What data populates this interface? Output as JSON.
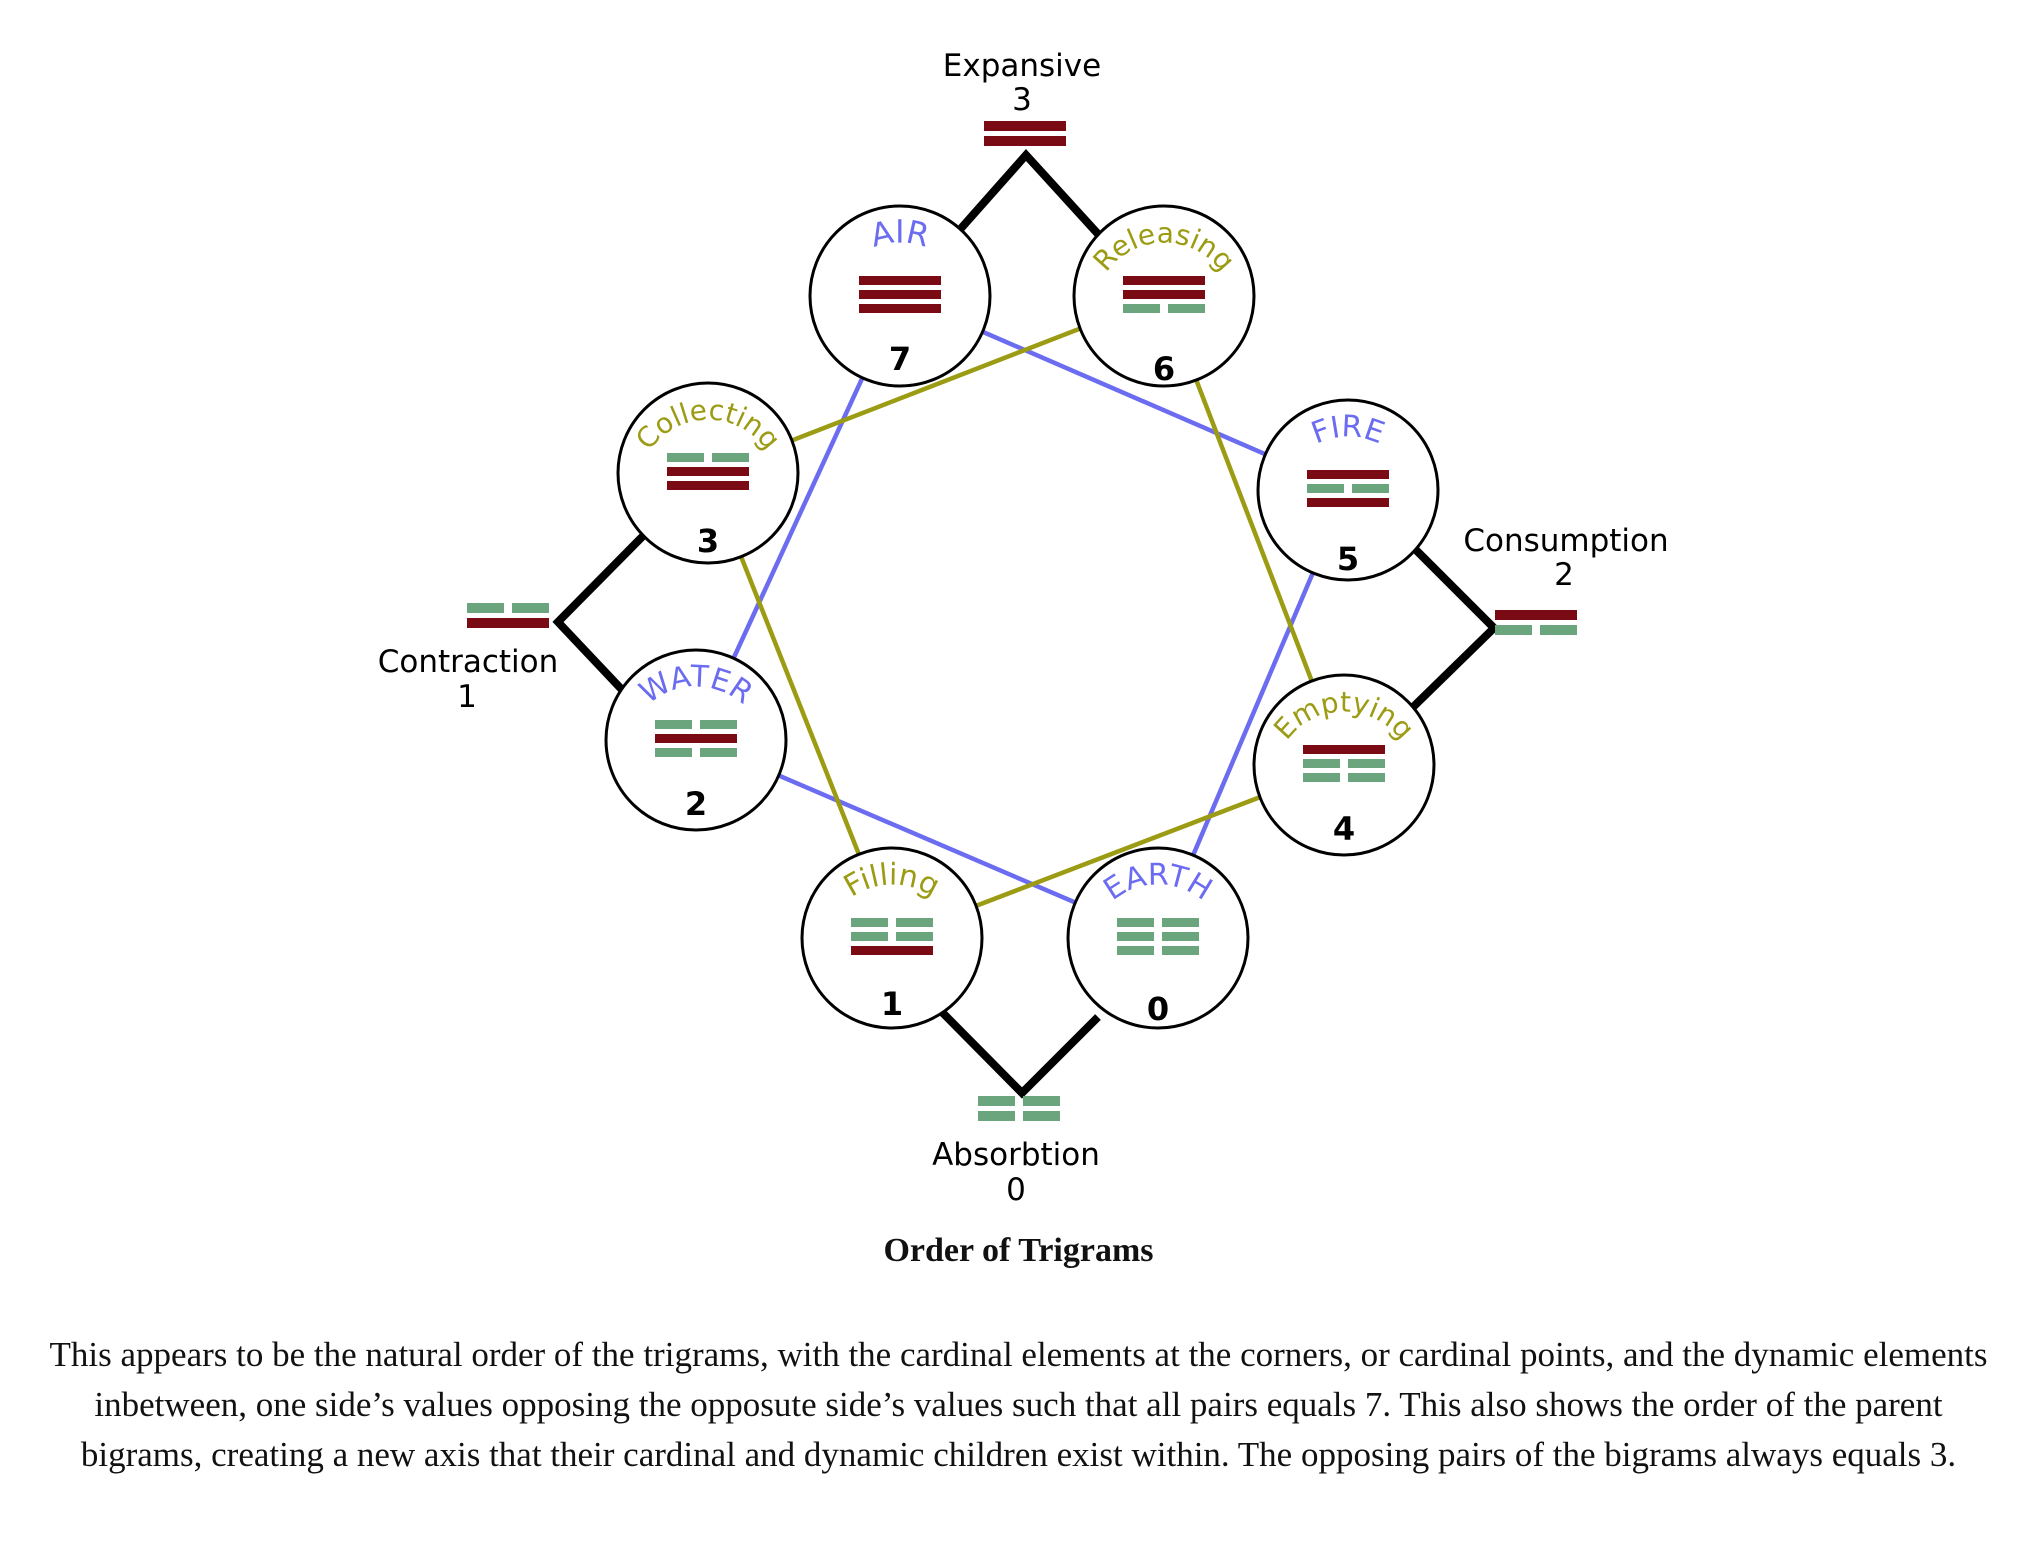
{
  "colors": {
    "yang": "#7a0a14",
    "yin": "#6aa57d",
    "cardinal": "#6b6cf0",
    "dynamic": "#9c9c14",
    "edge": "#000000"
  },
  "trigrams": [
    {
      "id": "air",
      "name": "AIR",
      "value": "7",
      "kind": "cardinal",
      "lines": [
        "yang",
        "yang",
        "yang"
      ]
    },
    {
      "id": "releasing",
      "name": "Releasing",
      "value": "6",
      "kind": "dynamic",
      "lines": [
        "yang",
        "yang",
        "yin"
      ]
    },
    {
      "id": "fire",
      "name": "FIRE",
      "value": "5",
      "kind": "cardinal",
      "lines": [
        "yang",
        "yin",
        "yang"
      ]
    },
    {
      "id": "emptying",
      "name": "Emptying",
      "value": "4",
      "kind": "dynamic",
      "lines": [
        "yang",
        "yin",
        "yin"
      ]
    },
    {
      "id": "earth",
      "name": "EARTH",
      "value": "0",
      "kind": "cardinal",
      "lines": [
        "yin",
        "yin",
        "yin"
      ]
    },
    {
      "id": "filling",
      "name": "Filling",
      "value": "1",
      "kind": "dynamic",
      "lines": [
        "yin",
        "yin",
        "yang"
      ]
    },
    {
      "id": "water",
      "name": "WATER",
      "value": "2",
      "kind": "cardinal",
      "lines": [
        "yin",
        "yang",
        "yin"
      ]
    },
    {
      "id": "collecting",
      "name": "Collecting",
      "value": "3",
      "kind": "dynamic",
      "lines": [
        "yin",
        "yang",
        "yang"
      ]
    }
  ],
  "bigrams": [
    {
      "id": "expansive",
      "name": "Expansive",
      "value": "3",
      "lines": [
        "yang",
        "yang"
      ]
    },
    {
      "id": "consumption",
      "name": "Consumption",
      "value": "2",
      "lines": [
        "yang",
        "yin"
      ]
    },
    {
      "id": "absorbtion",
      "name": "Absorbtion",
      "value": "0",
      "lines": [
        "yin",
        "yin"
      ]
    },
    {
      "id": "contraction",
      "name": "Contraction",
      "value": "1",
      "lines": [
        "yin",
        "yang"
      ]
    }
  ],
  "caption": {
    "title": "Order of Trigrams",
    "text": "This appears to be the natural order of the trigrams, with the cardinal elements at the corners, or cardinal points, and the dynamic elements inbetween, one side’s values opposing the opposute side’s values such that all pairs equals 7.  This also shows the order of the parent bigrams, creating a new axis that their cardinal and dynamic children exist within. The opposing pairs of the bigrams always equals 3."
  }
}
